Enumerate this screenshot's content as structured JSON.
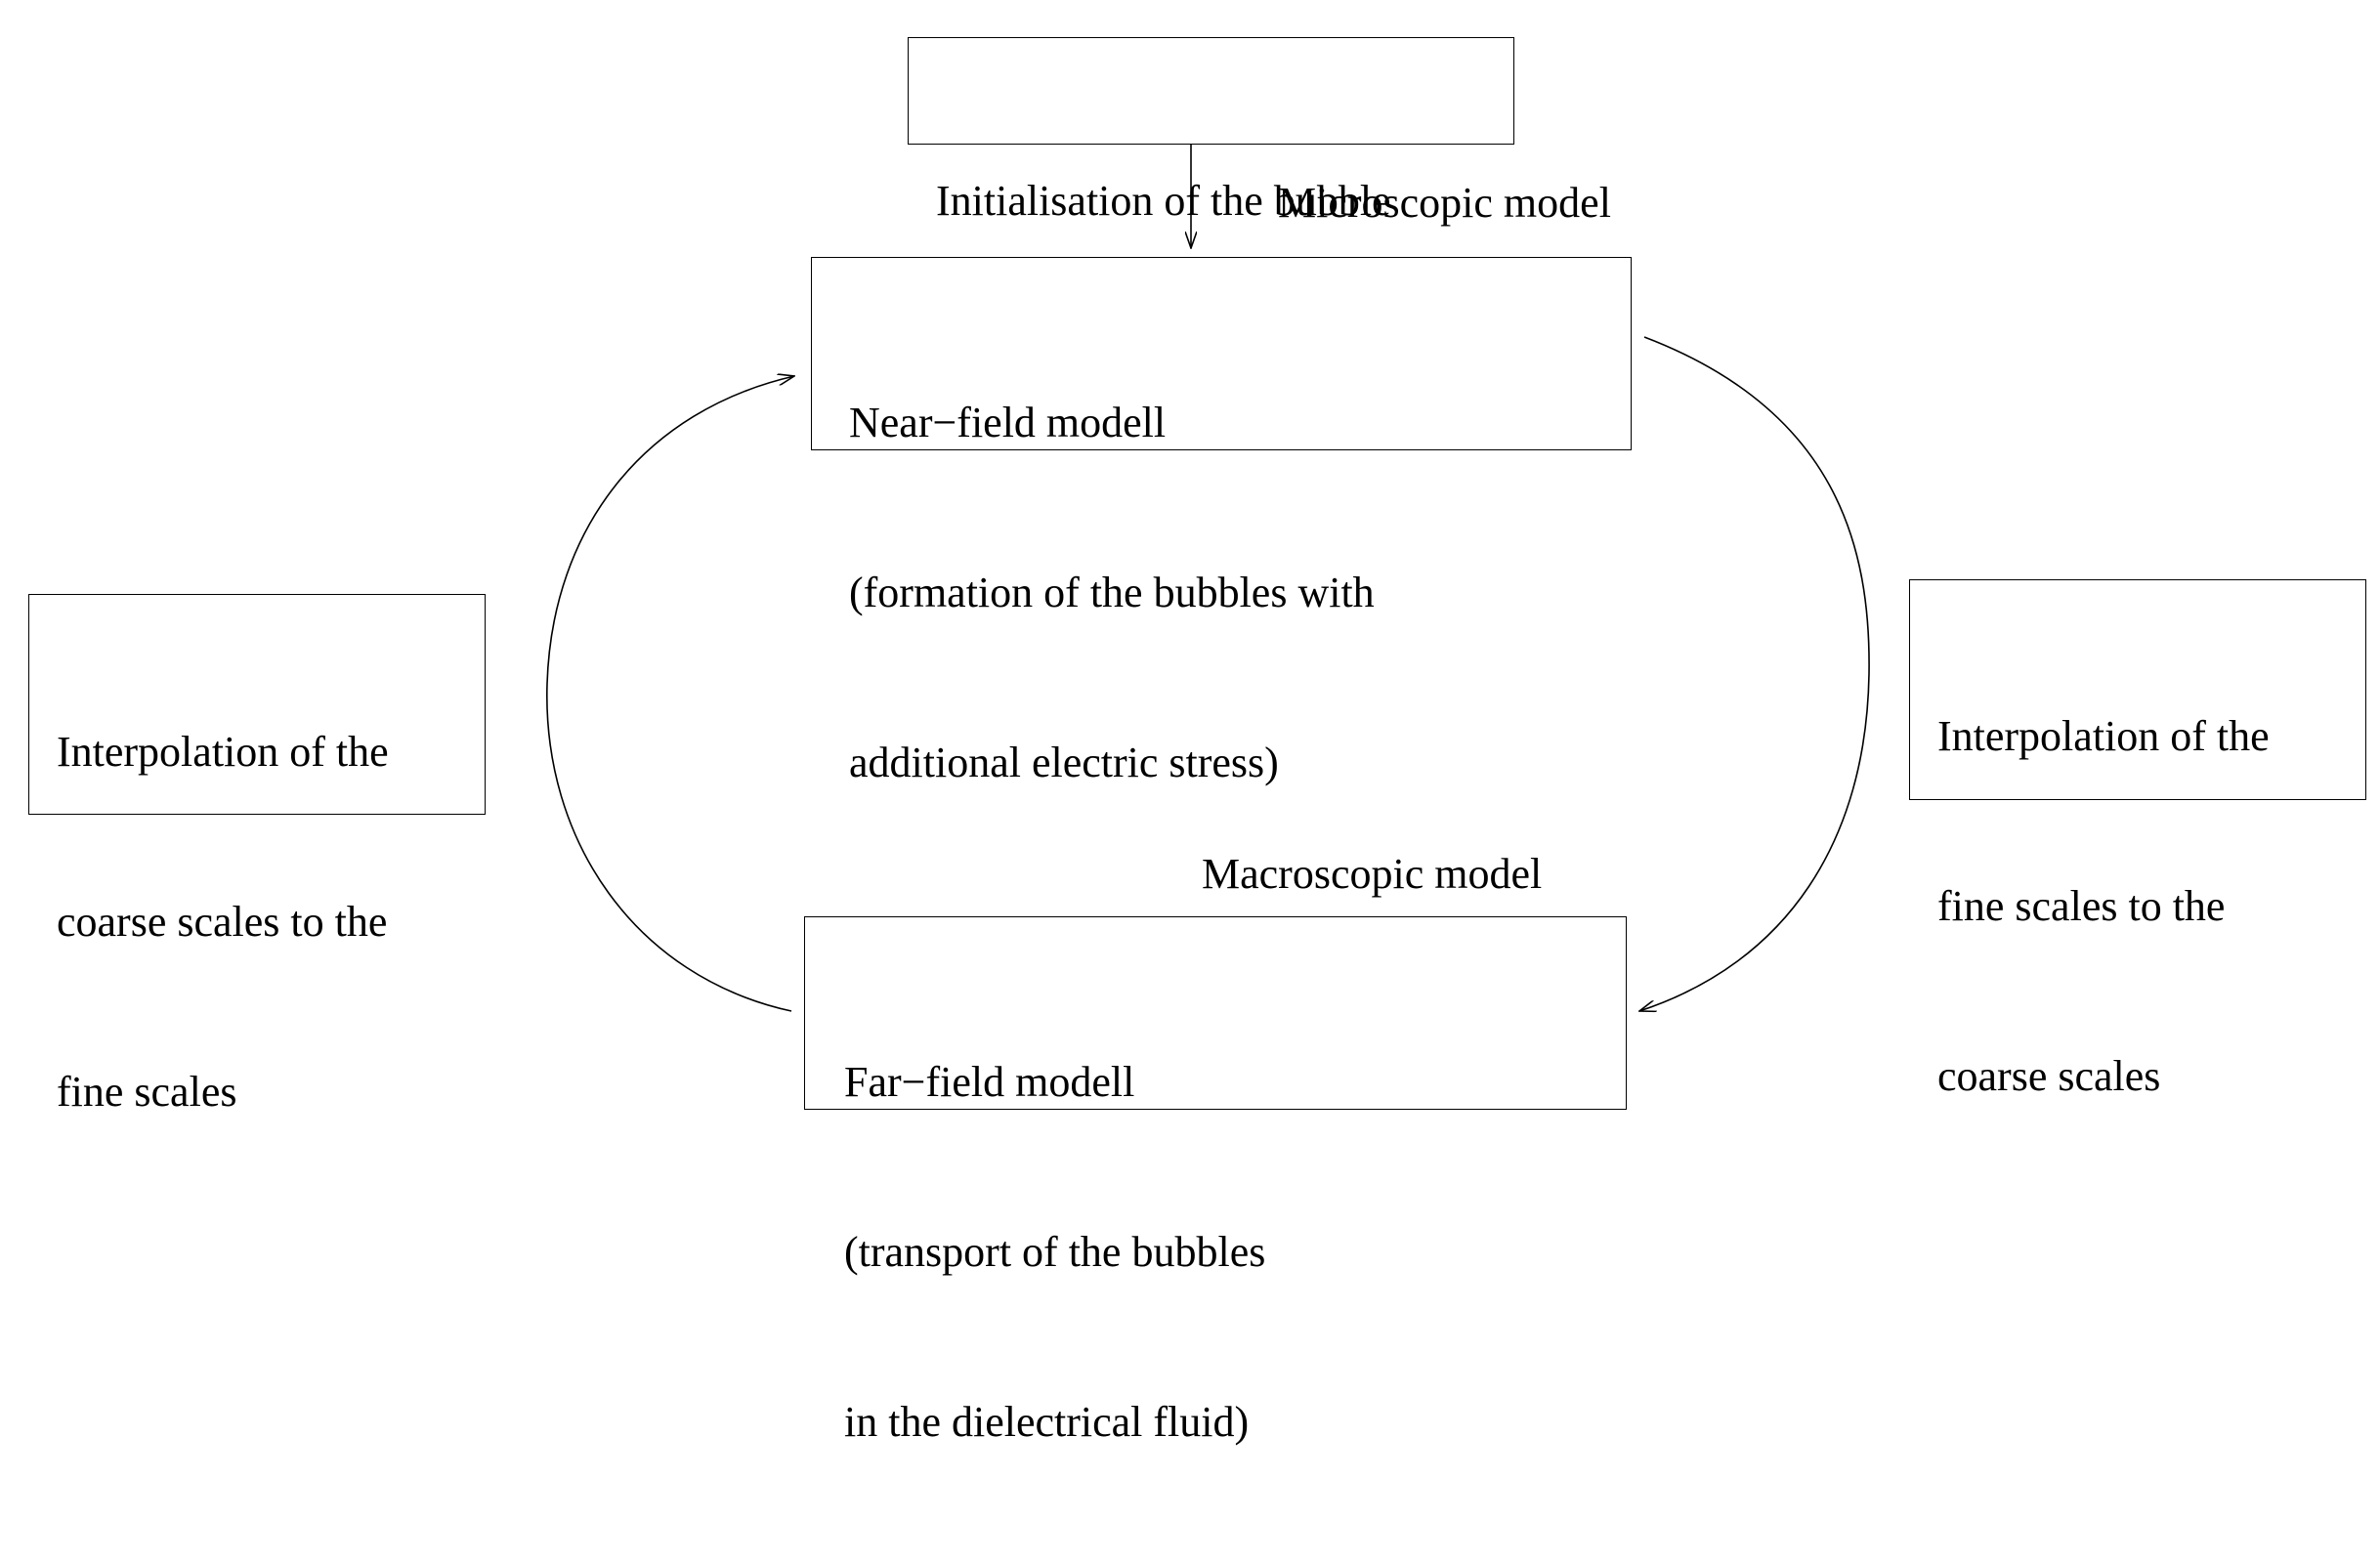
{
  "diagram": {
    "init_box": {
      "lines": [
        "Initialisation of the bubble"
      ]
    },
    "microscopic_label": "Microscopic model",
    "near_field_box": {
      "lines": [
        "Near−field modell",
        "(formation of the bubbles with",
        "additional electric stress)"
      ]
    },
    "macroscopic_label": "Macroscopic model",
    "far_field_box": {
      "lines": [
        "Far−field modell",
        "(transport of the bubbles",
        "in the dielectrical fluid)"
      ]
    },
    "left_box": {
      "lines": [
        "Interpolation of the",
        "coarse scales to the",
        "fine scales"
      ]
    },
    "right_box": {
      "lines": [
        "Interpolation of the",
        "fine scales to the",
        "coarse scales"
      ]
    },
    "stroke_color": "#000000",
    "background_color": "#ffffff"
  }
}
